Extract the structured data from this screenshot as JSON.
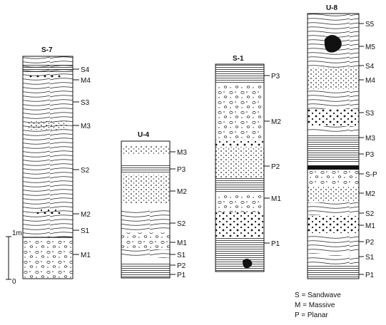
{
  "columns": [
    {
      "title": "S-7",
      "labels": [
        "S4",
        "M4",
        "S3",
        "M3",
        "S2",
        "M2",
        "S1",
        "M1"
      ]
    },
    {
      "title": "U-4",
      "labels": [
        "M3",
        "P3",
        "M2",
        "S2",
        "M1",
        "S1",
        "P2",
        "P1"
      ]
    },
    {
      "title": "S-1",
      "labels": [
        "P3",
        "M2",
        "P2",
        "M1",
        "P1"
      ]
    },
    {
      "title": "U-8",
      "labels": [
        "S5",
        "M5",
        "S4",
        "M4",
        "S3",
        "M3",
        "P3",
        "S-P",
        "M2",
        "S2",
        "M1",
        "P2",
        "S1",
        "P1"
      ]
    }
  ],
  "scale": {
    "top_label": "1m",
    "bottom_label": "0"
  },
  "legend": [
    "S = Sandwave",
    "M = Massive",
    "P = Planar"
  ]
}
